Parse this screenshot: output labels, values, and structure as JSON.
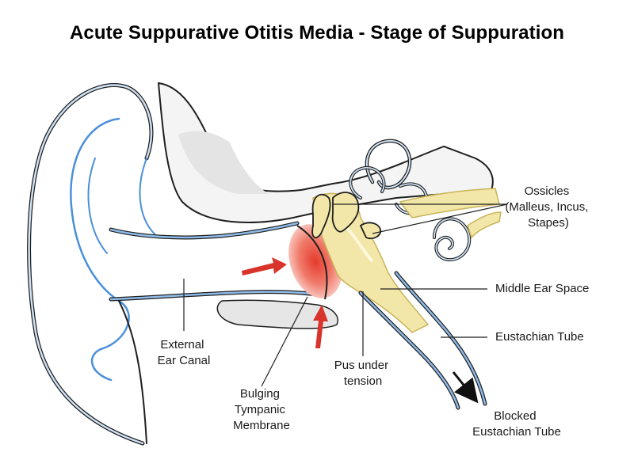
{
  "title": "Acute Suppurative Otitis Media - Stage of Suppuration",
  "labels": {
    "ossicles": [
      "Ossicles",
      "(Malleus, Incus,",
      "Stapes)"
    ],
    "middle_ear": [
      "Middle Ear Space"
    ],
    "eustachian": [
      "Eustachian Tube"
    ],
    "external_canal": [
      "External",
      "Ear Canal"
    ],
    "pus": [
      "Pus under",
      "tension"
    ],
    "bulging": [
      "Bulging",
      "Tympanic",
      "Membrane"
    ],
    "blocked": [
      "Blocked",
      "Eustachian Tube"
    ]
  },
  "colors": {
    "outline": "#1f1f1f",
    "blue": "#4a90d9",
    "bone": "#f2e6a8",
    "bone_edge": "#c9b45a",
    "gray": "#e8e8e8",
    "inflamed": "#e84a3a",
    "arrow_red": "#d9342b"
  }
}
